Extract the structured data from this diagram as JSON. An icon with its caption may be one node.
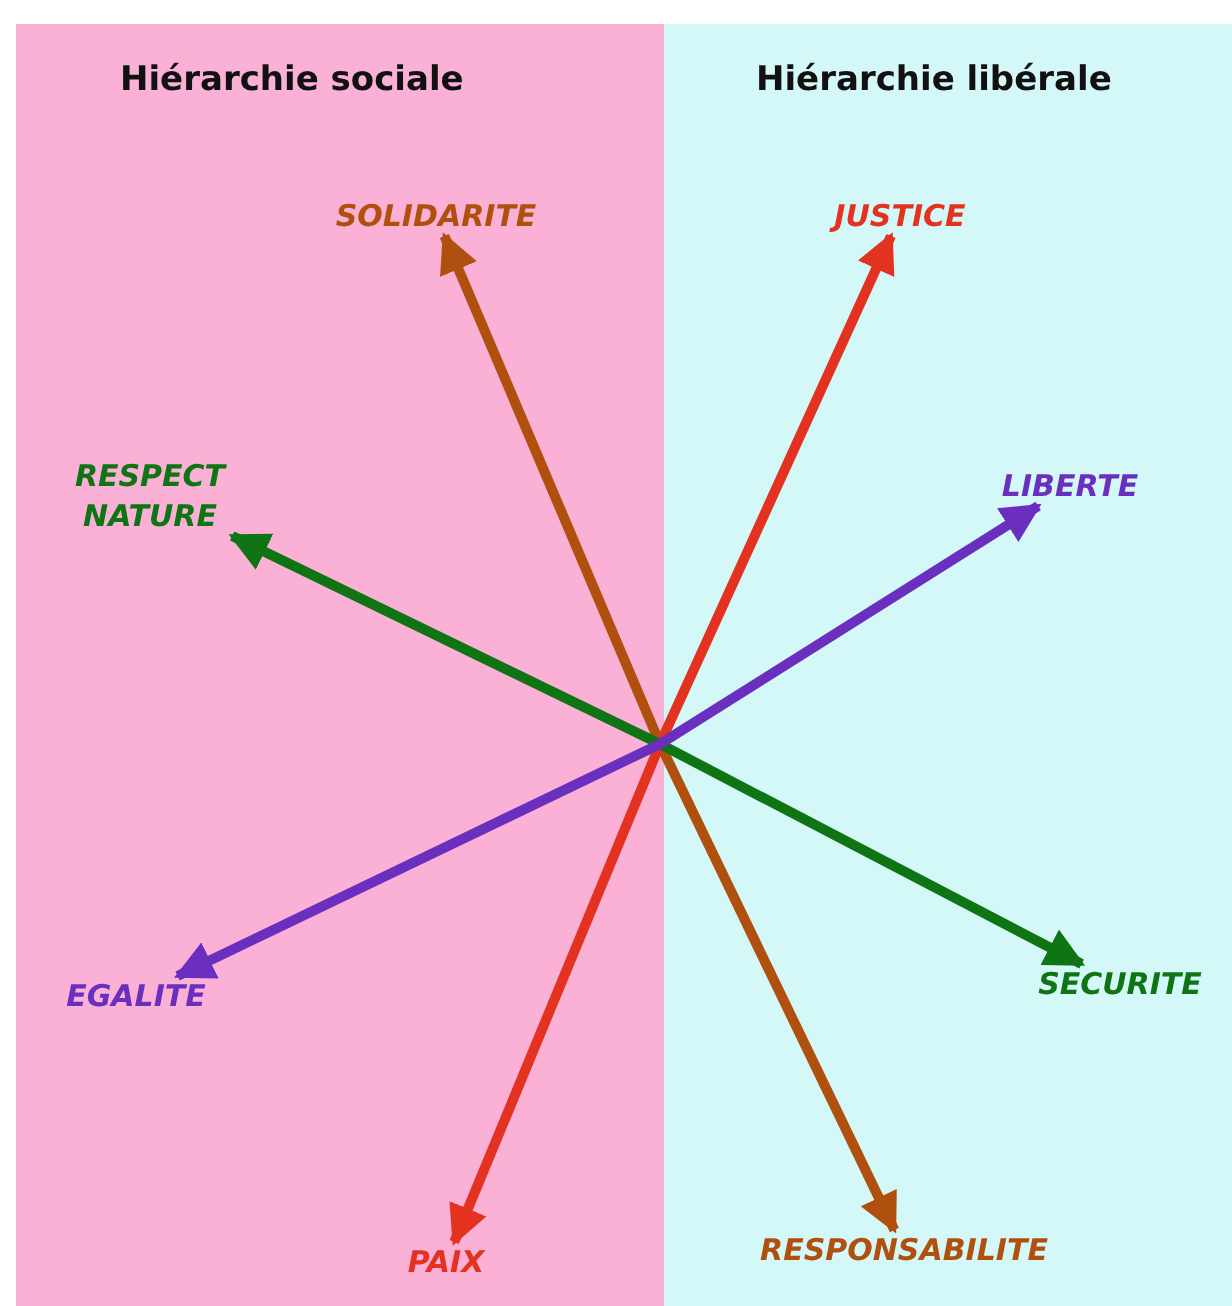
{
  "diagram": {
    "nodes": [
      {
        "text": [
          "Hiérarchie sociale"
        ]
      },
      {
        "text": [
          "Hiérarchie libérale"
        ]
      },
      {
        "text": [
          "SOLIDARITE"
        ],
        "in": 0
      },
      {
        "text": [
          "JUSTICE"
        ],
        "in": 1
      },
      {
        "text": [
          "RESPECT NATURE"
        ],
        "in": 0
      },
      {
        "text": [
          "LIBERTE"
        ],
        "in": 1
      },
      {
        "text": [
          "EGALITE"
        ],
        "in": 0
      },
      {
        "text": [
          "SECURITE"
        ],
        "in": 1
      },
      {
        "text": [
          "PAIX"
        ],
        "in": 0
      },
      {
        "text": [
          "RESPONSABILITE"
        ],
        "in": 1
      }
    ],
    "edges": [
      {
        "from": 2,
        "to": 9,
        "arrow": "both",
        "color": "#b0500f"
      },
      {
        "from": 3,
        "to": 8,
        "arrow": "both",
        "color": "#e3321f"
      },
      {
        "from": 4,
        "to": 7,
        "arrow": "both",
        "color": "#0f7414"
      },
      {
        "from": 5,
        "to": 6,
        "arrow": "both",
        "color": "#6a2fbf"
      }
    ]
  }
}
